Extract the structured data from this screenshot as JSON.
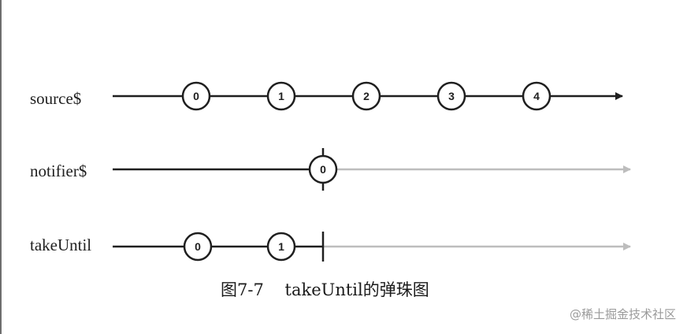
{
  "diagram": {
    "rows": [
      {
        "label": "source$",
        "active_until": "end",
        "marbles": [
          "0",
          "1",
          "2",
          "3",
          "4"
        ],
        "terminator": false
      },
      {
        "label": "notifier$",
        "active_until": "notifier-emit",
        "marbles": [
          "0"
        ],
        "terminator": false
      },
      {
        "label": "takeUntil",
        "active_until": "notifier-emit",
        "marbles": [
          "0",
          "1"
        ],
        "terminator": true
      }
    ],
    "colors": {
      "active_line": "#1f1f1f",
      "inactive_line": "#bdbdbd",
      "marble_fill": "#ffffff",
      "marble_stroke": "#1f1f1f"
    }
  },
  "caption": "图7-7    takeUntil的弹珠图",
  "watermark": "@稀土掘金技术社区"
}
